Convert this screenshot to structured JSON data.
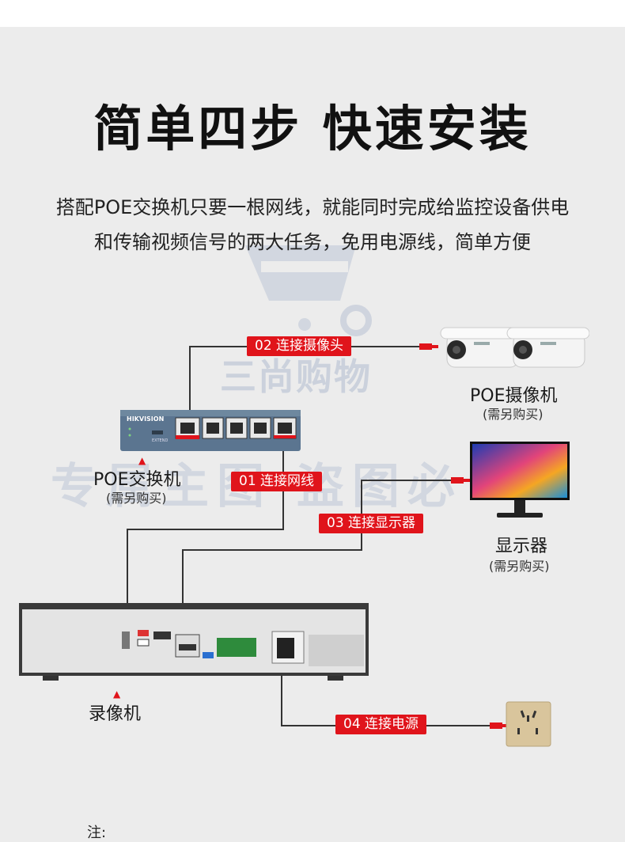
{
  "title": "简单四步 快速安装",
  "intro": {
    "line1": "搭配POE交换机只要一根网线，就能同时完成给监控设备供电",
    "line2": "和传输视频信号的两大任务，免用电源线，简单方便"
  },
  "watermark": {
    "shop": "三尚购物",
    "band": "专属主图  盗图必"
  },
  "steps": [
    {
      "label": "02 连接摄像头"
    },
    {
      "label": "01 连接网线"
    },
    {
      "label": "03 连接显示器"
    },
    {
      "label": "04 连接电源"
    }
  ],
  "devices": {
    "poe_switch": {
      "name": "POE交换机",
      "note": "(需另购买)",
      "brand": "HIKVISION",
      "mode": "EXTEND"
    },
    "camera": {
      "name": "POE摄像机",
      "note": "(需另购买)"
    },
    "monitor": {
      "name": "显示器",
      "note": "(需另购买)"
    },
    "nvr": {
      "name": "录像机"
    }
  },
  "footnote": "注:",
  "colors": {
    "accent": "#e0141b",
    "switch_body": "#5b7590",
    "background": "#ececec"
  }
}
